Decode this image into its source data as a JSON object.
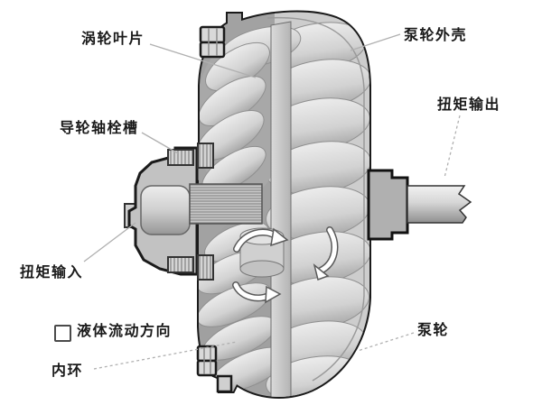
{
  "diagram": {
    "subject": "torque-converter-cutaway-illustration",
    "background": "#ffffff",
    "colors": {
      "outline": "#1a1a1a",
      "shell_fill": "#e2e2e2",
      "cut_surface": "#a2a2a2",
      "blade_light": "#e8e8e8",
      "blade_shadow": "#a8a8a8",
      "shaft_light": "#f0f0f0",
      "leader_line": "#b0b0b0",
      "label_text": "#1a1a1a",
      "arrow_fill": "#ffffff"
    },
    "labels": [
      {
        "id": "turbine-blade",
        "text": "涡轮叶片",
        "leader": "solid"
      },
      {
        "id": "pump-housing",
        "text": "泵轮外壳",
        "leader": "solid"
      },
      {
        "id": "stator-spline",
        "text": "导轮轴栓槽",
        "leader": "solid"
      },
      {
        "id": "torque-output",
        "text": "扭矩输出",
        "leader": "dashed"
      },
      {
        "id": "torque-input",
        "text": "扭矩输入",
        "leader": "solid"
      },
      {
        "id": "inner-ring",
        "text": "内环",
        "leader": "dashed"
      },
      {
        "id": "pump-wheel",
        "text": "泵轮",
        "leader": "dashed"
      }
    ],
    "legend": {
      "swatch_icon": "square-swatch",
      "text": "液体流动方向"
    }
  }
}
